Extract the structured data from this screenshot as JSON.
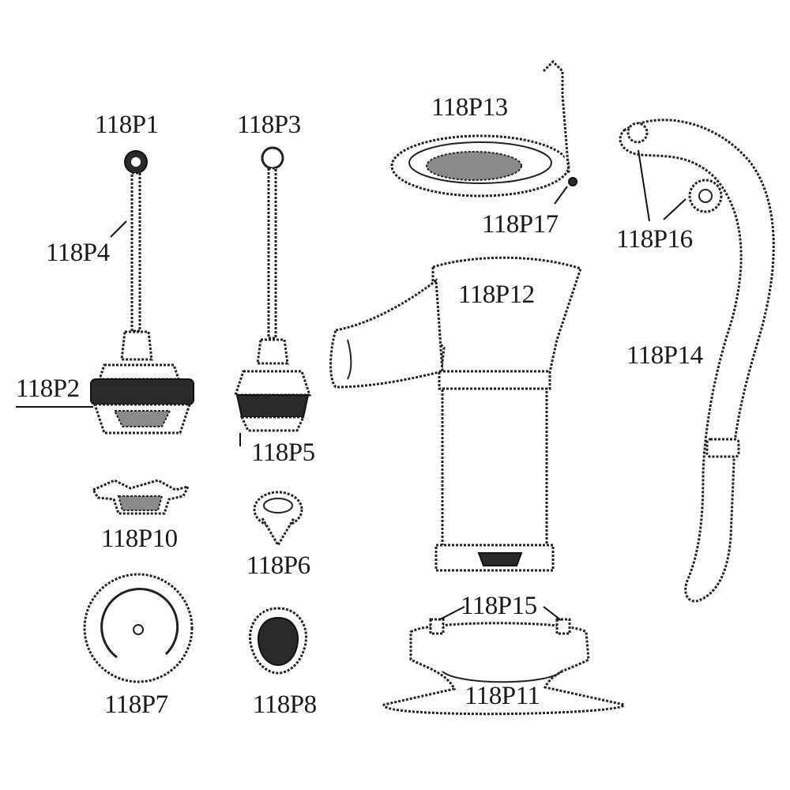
{
  "labels": {
    "p1": "118P1",
    "p2": "118P2",
    "p3": "118P3",
    "p4": "118P4",
    "p5": "118P5",
    "p6": "118P6",
    "p7": "118P7",
    "p8": "118P8",
    "p10": "118P10",
    "p11": "118P11",
    "p12": "118P12",
    "p13": "118P13",
    "p14": "118P14",
    "p15": "118P15",
    "p16": "118P16",
    "p17": "118P17"
  }
}
